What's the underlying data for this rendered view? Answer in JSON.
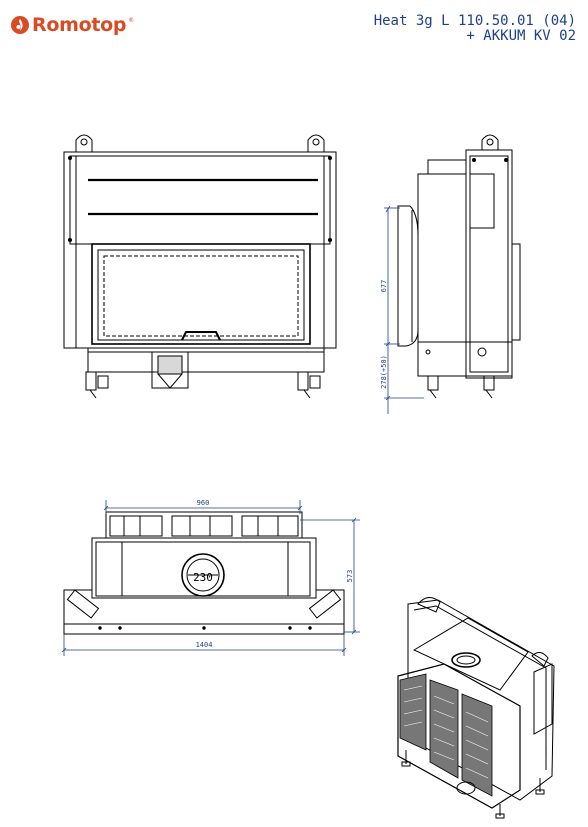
{
  "header": {
    "brand": "Romotop",
    "brand_mark": "®",
    "model_line1": "Heat 3g L 110.50.01 (04)",
    "model_line2": "+ AKKUM KV 02"
  },
  "dimensions": {
    "side_height": "677",
    "side_leg": "278(+50)",
    "top_width": "960",
    "top_depth": "573",
    "bottom_width": "1404"
  },
  "colors": {
    "brand": "#d94b22",
    "dimension": "#1f3f8f",
    "line": "#000000"
  },
  "icons": {
    "logo": "romotop-flame-icon"
  }
}
